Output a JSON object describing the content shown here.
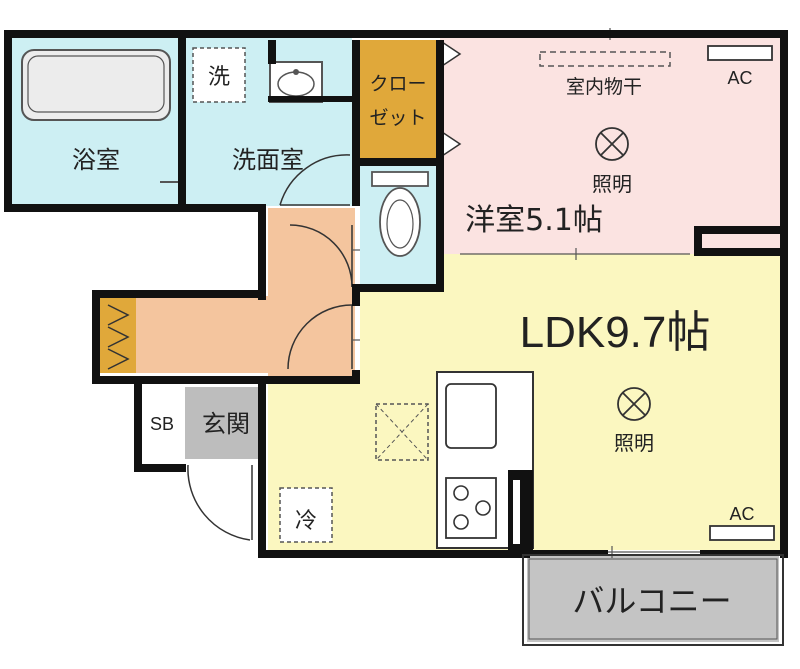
{
  "rooms": {
    "bath": "浴室",
    "washroom": "洗面室",
    "washer": "洗",
    "closet_line1": "クロー",
    "closet_line2": "ゼット",
    "western_room": "洋室5.1帖",
    "drying": "室内物干",
    "ldk": "LDK9.7帖",
    "entrance": "玄関",
    "shoe_box": "SB",
    "fridge": "冷",
    "balcony": "バルコニー"
  },
  "fixtures": {
    "light_label": "照明",
    "ac_label": "AC"
  },
  "colors": {
    "wall": "#111111",
    "bath_wash": "#cdeff3",
    "toilet": "#cdeff3",
    "closet": "#e0a83a",
    "western": "#fbe3e1",
    "ldk": "#fbf7c0",
    "hall": "#f4c59e",
    "entrance": "#bdbdbd",
    "balcony": "#c4c4c4",
    "bath_fill": "#ececec"
  }
}
